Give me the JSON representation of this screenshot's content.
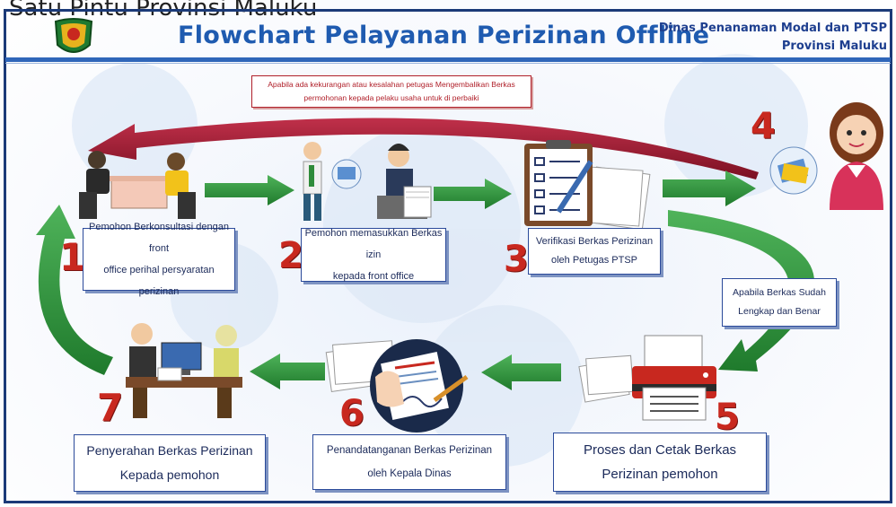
{
  "header": {
    "background_caption": "Satu Pintu Provinsi Maluku",
    "title": "Flowchart Pelayanan Perizinan  Offline",
    "agency_line1": "Dinas Penanaman Modal dan PTSP",
    "agency_line2": "Provinsi Maluku",
    "logo_icon": "province-crest-icon"
  },
  "return_note": {
    "line1": "Apabila ada kekurangan atau kesalahan petugas Mengembalikan Berkas",
    "line2": "permohonan kepada pelaku usaha untuk di perbaiki"
  },
  "steps": [
    {
      "number": "1",
      "line1": "Pemohon Berkonsultasi dengan front",
      "line2": "office perihal persyaratan perizinan",
      "icon": "consultation-desk-icon"
    },
    {
      "number": "2",
      "line1": "Pemohon memasukkan Berkas izin",
      "line2": "kepada front office",
      "icon": "submit-documents-icon"
    },
    {
      "number": "3",
      "line1": "Verifikasi Berkas Perizinan",
      "line2": "oleh Petugas PTSP",
      "icon": "checklist-clipboard-icon"
    },
    {
      "number": "4",
      "line1": "",
      "line2": "",
      "icon": "officer-with-documents-icon"
    },
    {
      "number": "5",
      "line1": "Proses dan Cetak Berkas",
      "line2": "Perizinan pemohon",
      "icon": "printer-icon"
    },
    {
      "number": "6",
      "line1": "Penandatanganan Berkas Perizinan",
      "line2": "oleh Kepala Dinas",
      "icon": "signing-document-icon"
    },
    {
      "number": "7",
      "line1": "Penyerahan Berkas Perizinan",
      "line2": "Kepada pemohon",
      "icon": "handover-office-icon"
    }
  ],
  "complete_note": {
    "line1": "Apabila Berkas Sudah",
    "line2": "Lengkap dan Benar"
  },
  "colors": {
    "title_blue": "#1f5bb0",
    "arrow_green": "#2e8b3a",
    "return_arrow_red": "#9b1a2a",
    "number_red": "#c8281f",
    "frame_navy": "#1b3a78"
  }
}
